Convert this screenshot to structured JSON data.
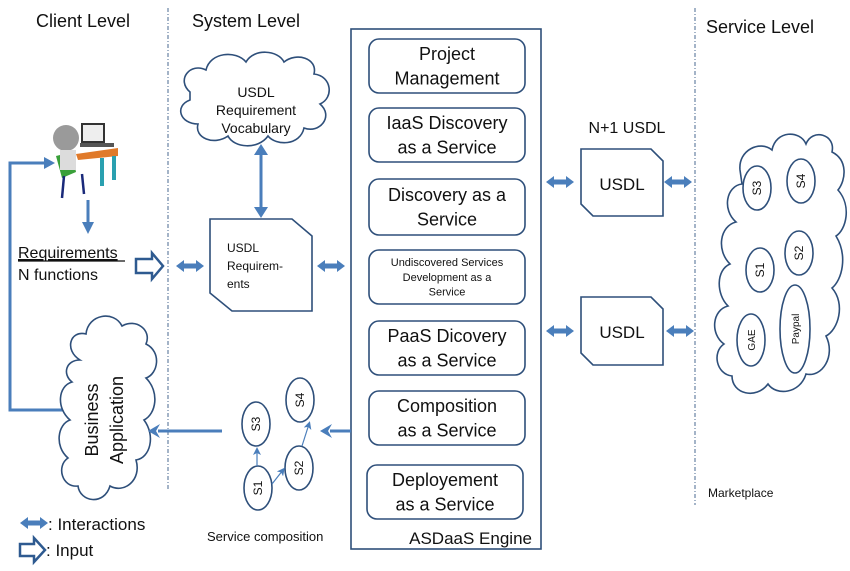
{
  "levels": {
    "client": "Client Level",
    "system": "System Level",
    "service": "Service Level"
  },
  "client": {
    "requirements_title": "Requirements",
    "requirements_sub": "N functions",
    "business_app": [
      "Business",
      "Application"
    ]
  },
  "system": {
    "vocabulary_cloud": [
      "USDL",
      "Requirement",
      "Vocabulary"
    ],
    "usdl_requirements": [
      "USDL",
      "Requirem-",
      "ents"
    ],
    "service_composition_label": "Service composition",
    "composition_nodes": [
      "S1",
      "S2",
      "S3",
      "S4"
    ]
  },
  "engine": {
    "title": "ASDaaS Engine",
    "modules": [
      {
        "lines": [
          "Project",
          "Management"
        ]
      },
      {
        "lines": [
          "IaaS Discovery",
          "as a Service"
        ]
      },
      {
        "lines": [
          "Discovery as a",
          "Service"
        ]
      },
      {
        "lines": [
          "Undiscovered Services",
          "Development as a",
          "Service"
        ]
      },
      {
        "lines": [
          "PaaS Dicovery",
          "as a Service"
        ]
      },
      {
        "lines": [
          "Composition",
          "as a Service"
        ]
      },
      {
        "lines": [
          "Deployement",
          "as a Service"
        ]
      }
    ]
  },
  "usdl": {
    "header": "N+1 USDL",
    "doc1": "USDL",
    "doc2": "USDL"
  },
  "marketplace": {
    "label": "Marketplace",
    "nodes": [
      "S3",
      "S4",
      "S1",
      "S2",
      "GAE",
      "Paypal"
    ]
  },
  "legend": {
    "interactions": ": Interactions",
    "input": ": Input"
  },
  "colors": {
    "arrow": "#4a7ebb",
    "outline": "#2e4f7a"
  }
}
